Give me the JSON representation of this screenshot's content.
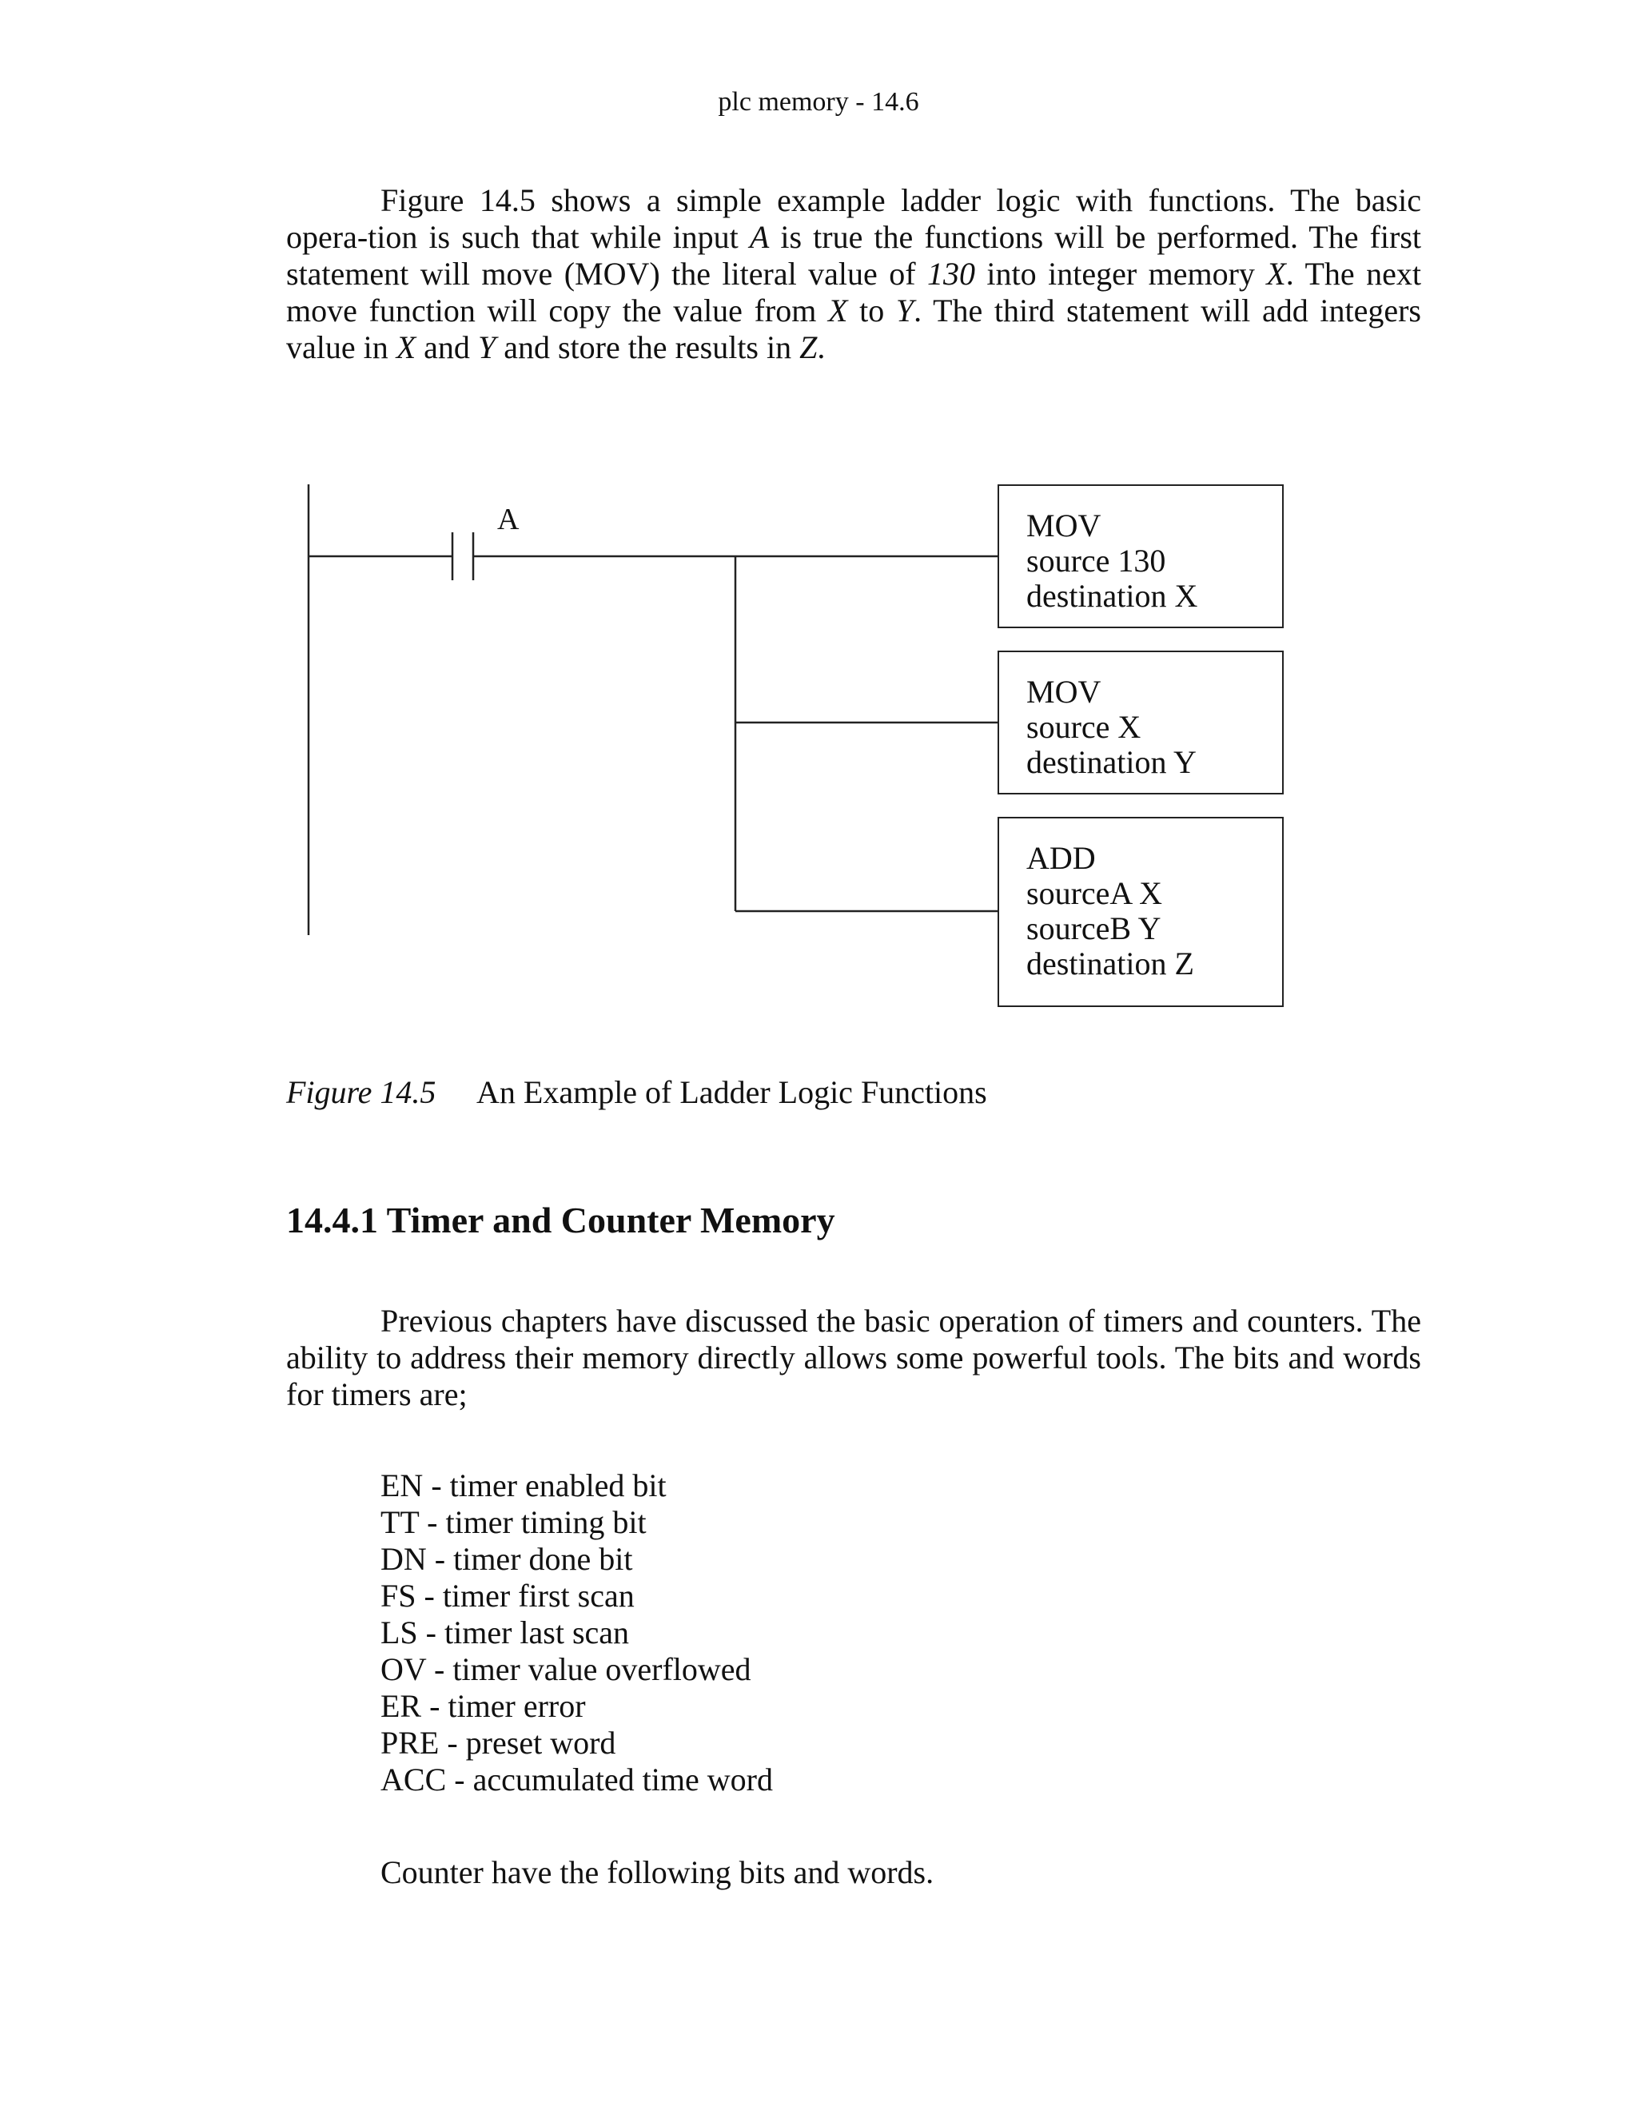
{
  "header": {
    "running_title": "plc memory - 14.6"
  },
  "intro_paragraph": {
    "t1": "Figure 14.5 shows a simple example ladder logic with functions. The basic opera-tion is such that while input ",
    "i1": "A",
    "t2": " is true the functions will be performed. The first statement will move (MOV) the literal value of ",
    "i2": "130",
    "t3": " into integer memory ",
    "i3": "X",
    "t4": ". The next move function will copy the value from ",
    "i4": "X",
    "t5": " to ",
    "i5": "Y",
    "t6": ". The third statement will add integers value in ",
    "i6": "X",
    "t7": " and ",
    "i7": "Y",
    "t8": " and store the results in ",
    "i8": "Z",
    "t9": "."
  },
  "figure": {
    "contact_label": "A",
    "blocks": [
      {
        "lines": [
          "MOV",
          "source 130",
          "destination X"
        ]
      },
      {
        "lines": [
          "MOV",
          "source X",
          "destination Y"
        ]
      },
      {
        "lines": [
          "ADD",
          "sourceA X",
          "sourceB Y",
          "destination Z"
        ]
      }
    ],
    "caption_number": "Figure 14.5",
    "caption_text": "An Example of Ladder Logic Functions"
  },
  "section": {
    "heading": "14.4.1 Timer and Counter Memory",
    "paragraph": "Previous chapters have discussed the basic operation of timers and counters. The ability to address their memory directly allows some powerful tools. The bits and words for timers are;",
    "timer_bits": [
      "EN - timer enabled bit",
      "TT - timer timing bit",
      "DN - timer done bit",
      "FS - timer first scan",
      "LS - timer last scan",
      "OV - timer value overflowed",
      "ER - timer error",
      "PRE - preset word",
      "ACC - accumulated time word"
    ],
    "counter_intro": "Counter have the following bits and words."
  }
}
